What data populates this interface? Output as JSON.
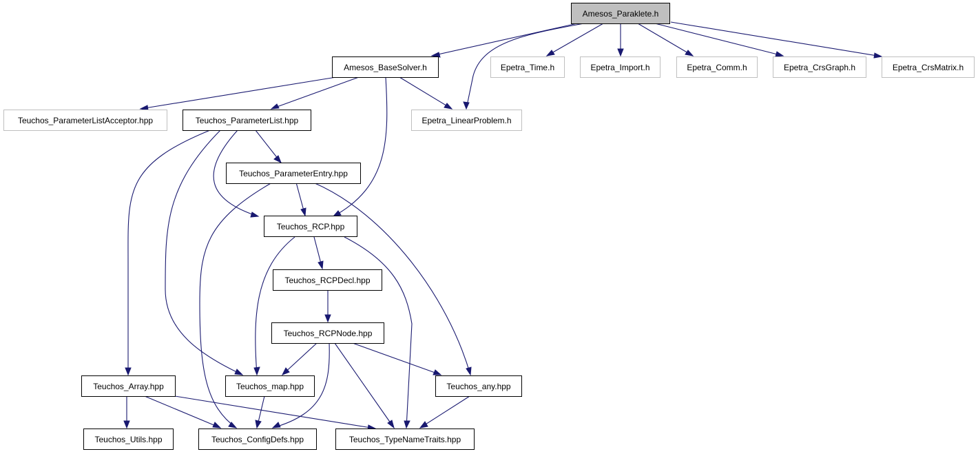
{
  "nodes": {
    "amesos_paraklete": "Amesos_Paraklete.h",
    "amesos_basesolver": "Amesos_BaseSolver.h",
    "epetra_time": "Epetra_Time.h",
    "epetra_import": "Epetra_Import.h",
    "epetra_comm": "Epetra_Comm.h",
    "epetra_crsgraph": "Epetra_CrsGraph.h",
    "epetra_crsmatrix": "Epetra_CrsMatrix.h",
    "teuchos_parameterlistacceptor": "Teuchos_ParameterListAcceptor.hpp",
    "teuchos_parameterlist": "Teuchos_ParameterList.hpp",
    "epetra_linearproblem": "Epetra_LinearProblem.h",
    "teuchos_parameterentry": "Teuchos_ParameterEntry.hpp",
    "teuchos_rcp": "Teuchos_RCP.hpp",
    "teuchos_rcpdecl": "Teuchos_RCPDecl.hpp",
    "teuchos_rcpnode": "Teuchos_RCPNode.hpp",
    "teuchos_array": "Teuchos_Array.hpp",
    "teuchos_map": "Teuchos_map.hpp",
    "teuchos_any": "Teuchos_any.hpp",
    "teuchos_utils": "Teuchos_Utils.hpp",
    "teuchos_configdefs": "Teuchos_ConfigDefs.hpp",
    "teuchos_typenametraits": "Teuchos_TypeNameTraits.hpp"
  },
  "colors": {
    "edge": "#191970",
    "documented_border": "#000000",
    "external_border": "#bfbfbf",
    "root_fill": "#bfbfbf"
  }
}
